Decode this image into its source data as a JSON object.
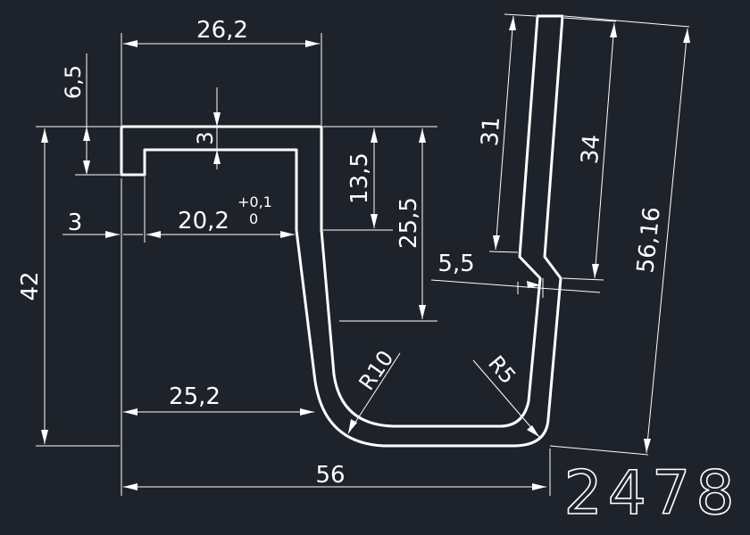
{
  "colors": {
    "background": "#1e232b",
    "lines": "#ffffff"
  },
  "part_number": "2478",
  "dimensions": {
    "d_26_2": "26,2",
    "d_6_5": "6,5",
    "d_3_lip": "3",
    "d_13_5": "13,5",
    "d_25_5": "25,5",
    "d_3_left": "3",
    "d_20_2": "20,2",
    "tol_upper": "+0,1",
    "tol_lower": "0",
    "d_31": "31",
    "d_34": "34",
    "d_56_16": "56,16",
    "d_5_5": "5,5",
    "d_42": "42",
    "d_25_2": "25,2",
    "d_56": "56",
    "r10": "R10",
    "r5": "R5"
  }
}
